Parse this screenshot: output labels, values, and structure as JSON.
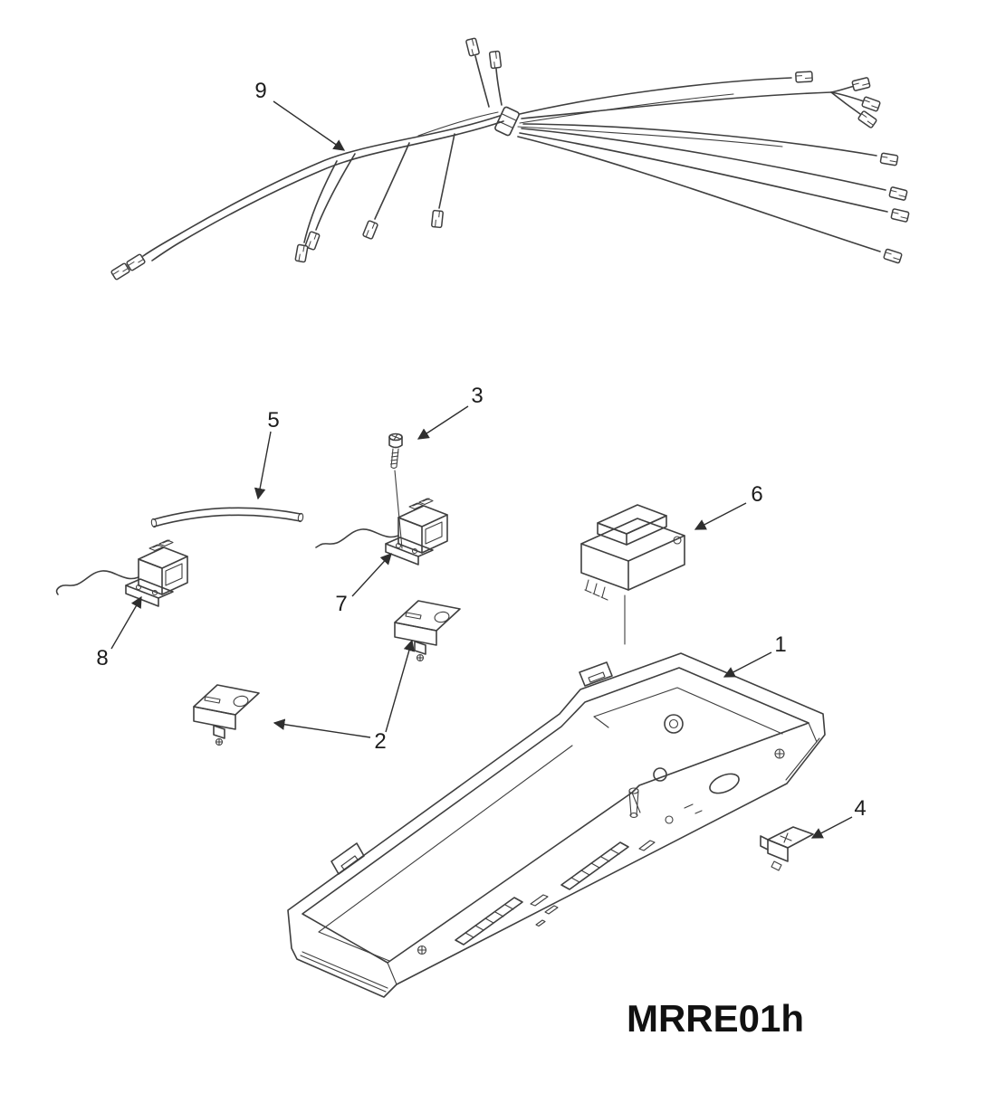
{
  "figure": {
    "diagram_code": "MRRE01h",
    "callouts": [
      {
        "number": "1"
      },
      {
        "number": "2"
      },
      {
        "number": "3"
      },
      {
        "number": "4"
      },
      {
        "number": "5"
      },
      {
        "number": "6"
      },
      {
        "number": "7"
      },
      {
        "number": "8"
      },
      {
        "number": "9"
      }
    ],
    "colors": {
      "background": "#ffffff",
      "line": "#3f3f3f",
      "label_text": "#1c1c1c"
    }
  }
}
